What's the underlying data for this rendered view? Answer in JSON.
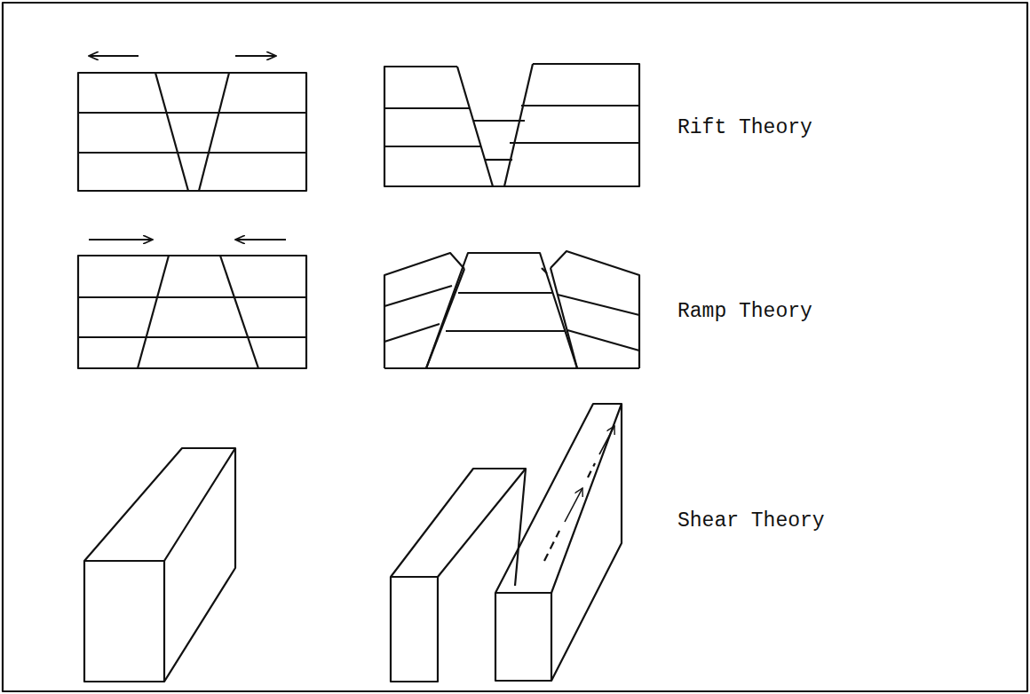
{
  "diagram": {
    "labels": [
      "Rift Theory",
      "Ramp Theory",
      "Shear Theory"
    ]
  }
}
